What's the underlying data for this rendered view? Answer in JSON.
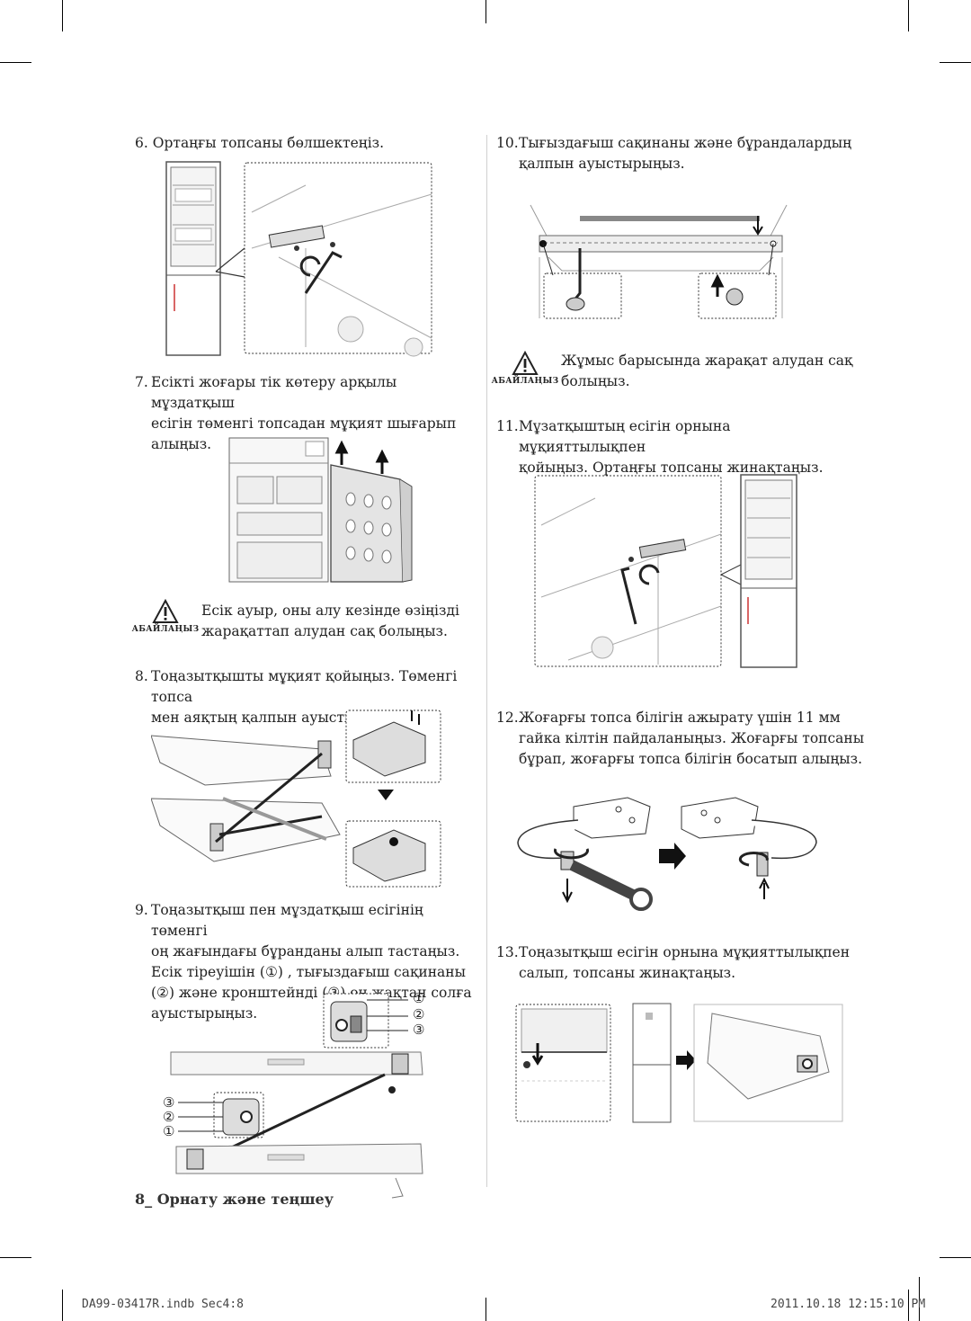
{
  "steps": {
    "s6": {
      "num": "6.",
      "text": "Ортаңғы топсаны бөлшектеңіз."
    },
    "s7": {
      "num": "7.",
      "lines": [
        "Есікті жоғары тік көтеру арқылы мұздатқыш",
        "есігін төменгі топсадан мұқият шығарып",
        "алыңыз."
      ]
    },
    "s8": {
      "num": "8.",
      "lines": [
        "Тоңазытқышты мұқият қойыңыз. Төменгі топса",
        "мен аяқтың қалпын ауыстырыңыз."
      ]
    },
    "s9": {
      "num": "9.",
      "lines": [
        "Тоңазытқыш пен мұздатқыш есігінің төменгі",
        "оң жағындағы бұранданы алып тастаңыз.",
        "Есік тіреуішін (①) , тығыздағыш сақинаны",
        "(②) және кронштейнді (③) оң жақтан солға",
        "ауыстырыңыз."
      ]
    },
    "s10": {
      "num": "10.",
      "lines": [
        "Тығыздағыш сақинаны және бұрандалардың",
        "қалпын ауыстырыңыз."
      ]
    },
    "s11": {
      "num": "11.",
      "lines": [
        "Мұзатқыштың есігін орнына мұқияттылықпен",
        "қойыңыз. Ортаңғы топсаны жинақтаңыз."
      ]
    },
    "s12": {
      "num": "12.",
      "lines": [
        "Жоғарғы топса білігін ажырату үшін 11 мм",
        "гайка кілтін пайдаланыңыз. Жоғарғы топсаны",
        "бұрап, жоғарғы топса білігін босатып алыңыз."
      ]
    },
    "s13": {
      "num": "13.",
      "lines": [
        "Тоңазытқыш есігін орнына мұқияттылықпен",
        "салып, топсаны жинақтаңыз."
      ]
    }
  },
  "warnings": {
    "w1": {
      "label": "АБАЙЛАҢЫЗ",
      "lines": [
        "Есік ауыр, оны алу кезінде өзіңізді",
        "жарақаттап алудан сақ болыңыз."
      ]
    },
    "w2": {
      "label": "АБАЙЛАҢЫЗ",
      "lines": [
        "Жұмыс барысында жарақат алудан сақ",
        "болыңыз."
      ]
    }
  },
  "callouts": {
    "c1": "①",
    "c2": "②",
    "c3": "③"
  },
  "footer": {
    "section": "8_ Орнату және теңшеу"
  },
  "slug": {
    "left": "DA99-03417R.indb   Sec4:8",
    "right": "2011.10.18   12:15:10 PM"
  },
  "colors": {
    "line": "#333333",
    "light": "#bbbbbb",
    "accent": "#1a1a1a"
  }
}
